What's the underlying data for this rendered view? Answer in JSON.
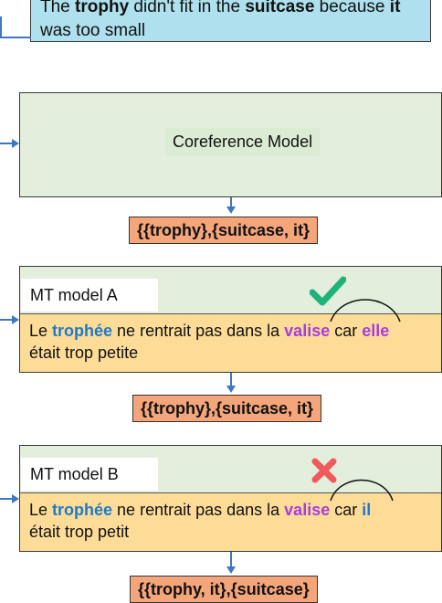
{
  "input_sentence": {
    "line1": [
      {
        "text": "The ",
        "style": "normal"
      },
      {
        "text": "trophy",
        "style": "bold"
      },
      {
        "text": " didn't fit in the ",
        "style": "normal"
      },
      {
        "text": "suitcase",
        "style": "bold"
      },
      {
        "text": " because ",
        "style": "normal"
      },
      {
        "text": "it",
        "style": "bold"
      }
    ],
    "line2": "was too small"
  },
  "coreference_model": {
    "label": "Coreference Model"
  },
  "results": {
    "coref": "{{trophy},{suitcase, it}",
    "model_a": "{{trophy},{suitcase, it}",
    "model_b": "{{trophy, it},{suitcase}"
  },
  "mt_model_a": {
    "label": "MT model A",
    "status_icon": "check-icon",
    "status_color": "#1db37a",
    "line1": [
      {
        "text": "Le ",
        "style": "normal"
      },
      {
        "text": "trophée",
        "style": "blue"
      },
      {
        "text": " ne rentrait pas dans la ",
        "style": "normal"
      },
      {
        "text": "valise",
        "style": "purple"
      },
      {
        "text": " car ",
        "style": "normal"
      },
      {
        "text": "elle",
        "style": "purple"
      }
    ],
    "line2": "était trop petite"
  },
  "mt_model_b": {
    "label": "MT model B",
    "status_icon": "cross-icon",
    "status_color": "#f05a5a",
    "line1": [
      {
        "text": "Le ",
        "style": "normal"
      },
      {
        "text": "trophée",
        "style": "blue"
      },
      {
        "text": " ne rentrait pas dans la ",
        "style": "normal"
      },
      {
        "text": "valise",
        "style": "purple"
      },
      {
        "text": " car ",
        "style": "normal"
      },
      {
        "text": "il",
        "style": "blue"
      }
    ],
    "line2": "était trop petit"
  },
  "colors": {
    "input_bg": "#aee0ee",
    "model_bg": "#e3eedd",
    "translation_bg": "#fddc98",
    "result_bg": "#f5a57a",
    "arrow": "#3f78c0",
    "pronoun_blue": "#1f7ac8",
    "pronoun_purple": "#a53fdc"
  }
}
